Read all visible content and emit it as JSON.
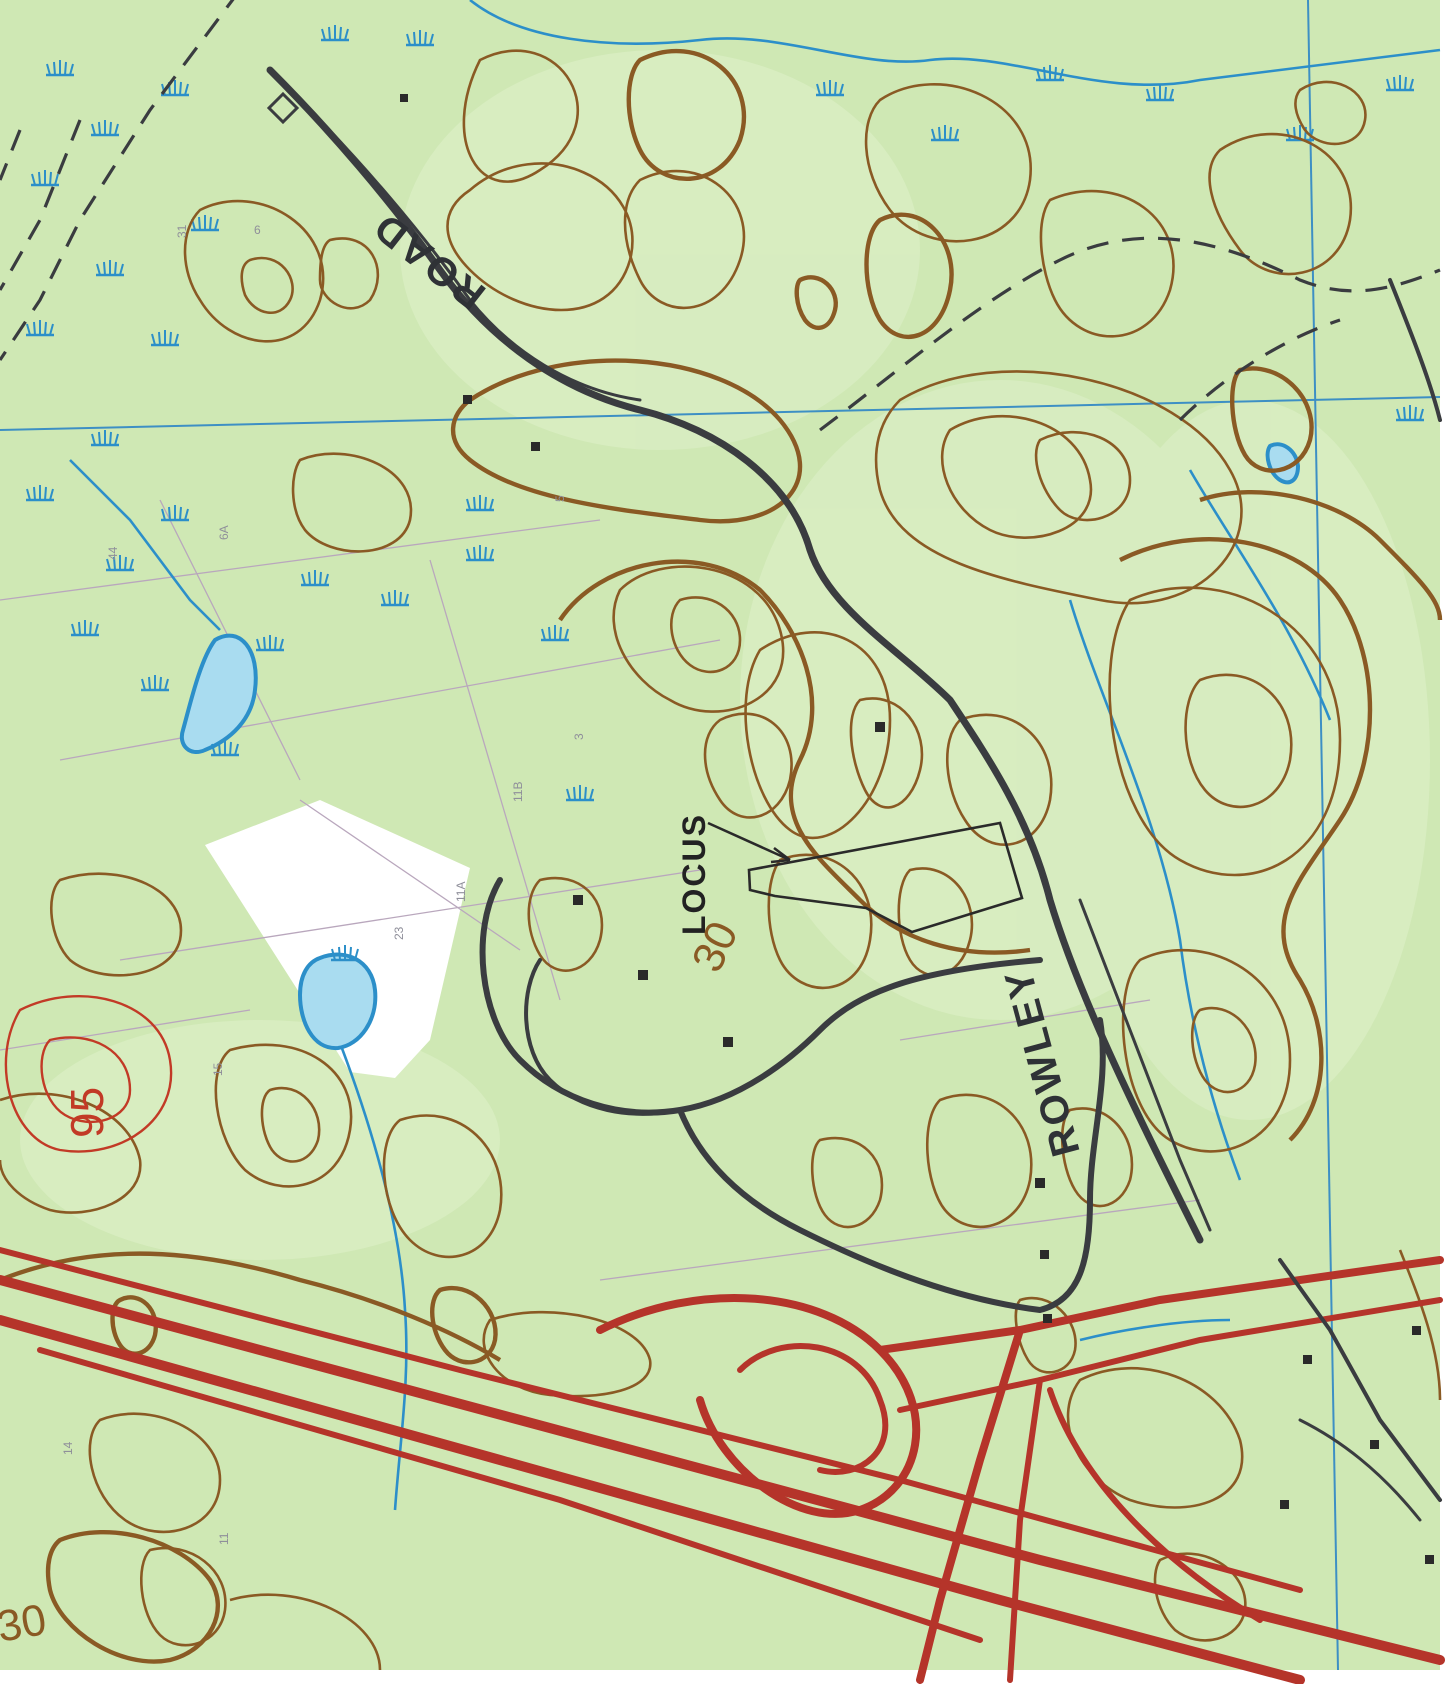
{
  "map": {
    "labels": {
      "road_a": "ROAD",
      "road_b": "ROWLEY",
      "locus": "LOCUS",
      "contour_30_center": "30",
      "contour_30_corner": "30",
      "route_95": "95"
    },
    "parcel_numbers": [
      "31",
      "6",
      "44",
      "6A",
      "5",
      "3",
      "11B",
      "11A",
      "23",
      "15",
      "14",
      "11"
    ],
    "colors": {
      "land": "#cfe8b4",
      "water": "#a9dcf0",
      "stream": "#2c8fc9",
      "contour": "#8a5a24",
      "road": "#3a3c40",
      "highway": "#b5342a",
      "clearing": "#ffffff"
    },
    "icons": [
      "marsh-symbol"
    ]
  }
}
